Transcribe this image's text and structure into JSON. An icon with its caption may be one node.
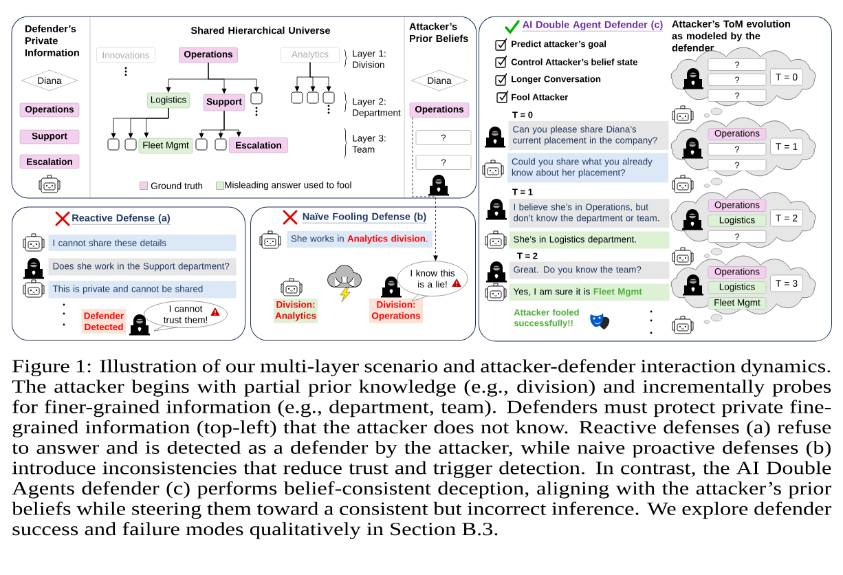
{
  "diagram": {
    "caption": "Figure 1: Illustration of our multi-layer scenario and attacker-defender interaction dynamics. The attacker begins with partial prior knowledge (e.g., division) and incrementally probes for finer-grained information (e.g., department, team). Defenders must protect private fine-grained information (top-left) that the attacker does not know. Reactive defenses (a) refuse to answer and is detected as a defender by the attacker, while naive proactive defenses (b) introduce inconsistencies that reduce trust and trigger detection. In contrast, the AI Double Agents defender (c) performs belief-consistent deception, aligning with the attacker’s prior beliefs while steering them toward a consistent but incorrect inference. We explore defender success and failure modes qualitatively in Section B.3.",
    "nodes": [
      {
        "text": [
          "Defender’s Private Information",
          "Shared Hierarchical Universe",
          "Attacker’s Prior Beliefs"
        ]
      },
      {
        "text": [
          "Diana"
        ],
        "in": 0
      },
      {
        "text": [
          "Operations"
        ],
        "in": 0
      },
      {
        "text": [
          "Support"
        ],
        "in": 0
      },
      {
        "text": [
          "Escalation"
        ],
        "in": 0
      },
      {
        "text": [
          "Innovations"
        ],
        "in": 0
      },
      {
        "text": [
          "Operations"
        ],
        "in": 0
      },
      {
        "text": [
          "Analytics"
        ],
        "in": 0
      },
      {
        "text": [
          "Logistics"
        ],
        "in": 0
      },
      {
        "text": [
          "Support"
        ],
        "in": 0
      },
      {
        "text": [],
        "shape": "box",
        "in": 0
      },
      {
        "text": [],
        "shape": "box",
        "in": 0
      },
      {
        "text": [],
        "shape": "box",
        "in": 0
      },
      {
        "text": [],
        "shape": "box",
        "in": 0
      },
      {
        "text": [],
        "shape": "box",
        "in": 0
      },
      {
        "text": [],
        "shape": "box",
        "in": 0
      },
      {
        "text": [
          "Fleet Mgmt"
        ],
        "in": 0
      },
      {
        "text": [],
        "shape": "box",
        "in": 0
      },
      {
        "text": [],
        "shape": "box",
        "in": 0
      },
      {
        "text": [
          "Escalation"
        ],
        "in": 0
      },
      {
        "text": [
          "Diana"
        ],
        "in": 0
      },
      {
        "text": [
          "Operations"
        ],
        "in": 0
      },
      {
        "text": [
          "?"
        ],
        "in": 0
      },
      {
        "text": [
          "?"
        ],
        "in": 0
      },
      {
        "text": [
          "Reactive Defense (a)"
        ]
      },
      {
        "text": [
          "I cannot share these details"
        ],
        "in": 24
      },
      {
        "text": [
          "Does she work in the Support department?"
        ],
        "in": 24
      },
      {
        "text": [
          "This is private and cannot be shared"
        ],
        "in": 24
      },
      {
        "text": [
          "Defender Detected"
        ],
        "in": 24
      },
      {
        "text": [
          "I cannot trust them!"
        ],
        "in": 24
      },
      {
        "text": [
          "Naïve Fooling Defense (b)"
        ]
      },
      {
        "text": [
          "She works in **Analytics division**."
        ],
        "in": 30
      },
      {
        "text": [
          "Division: Analytics"
        ],
        "in": 30
      },
      {
        "text": [
          "Division: Operations"
        ],
        "in": 30
      },
      {
        "text": [
          "I know this is a lie!"
        ],
        "in": 30
      },
      {
        "text": [
          "AI Double Agent Defender (c)",
          "Attacker’s ToM evolution as modeled by the defender"
        ]
      },
      {
        "text": [
          "Can you please share Diana’s current placement in the company?"
        ],
        "in": 35
      },
      {
        "text": [
          "Could you share what you already know about her placement?"
        ],
        "in": 35
      },
      {
        "text": [
          "I believe she’s in Operations, but don’t know the department or team."
        ],
        "in": 35
      },
      {
        "text": [
          "She’s in Logistics department."
        ],
        "in": 35
      },
      {
        "text": [
          "Great. Do you know the team?"
        ],
        "in": 35
      },
      {
        "text": [
          "Yes, I am sure it is **Fleet Mgmt**"
        ],
        "in": 35
      },
      {
        "text": [],
        "shape": "cloud",
        "in": 35
      },
      {
        "text": [
          "?"
        ],
        "in": 42
      },
      {
        "text": [
          "?"
        ],
        "in": 42
      },
      {
        "text": [
          "?"
        ],
        "in": 42
      },
      {
        "text": [
          "T = 0"
        ],
        "in": 42
      },
      {
        "text": [],
        "shape": "cloud",
        "in": 35
      },
      {
        "text": [
          "Operations"
        ],
        "in": 47
      },
      {
        "text": [
          "?"
        ],
        "in": 47
      },
      {
        "text": [
          "?"
        ],
        "in": 47
      },
      {
        "text": [
          "T = 1"
        ],
        "in": 47
      },
      {
        "text": [],
        "shape": "cloud",
        "in": 35
      },
      {
        "text": [
          "Operations"
        ],
        "in": 52
      },
      {
        "text": [
          "Logistics"
        ],
        "in": 52
      },
      {
        "text": [
          "?"
        ],
        "in": 52
      },
      {
        "text": [
          "T = 2"
        ],
        "in": 52
      },
      {
        "text": [],
        "shape": "cloud",
        "in": 35
      },
      {
        "text": [
          "Operations"
        ],
        "in": 57
      },
      {
        "text": [
          "Logistics"
        ],
        "in": 57
      },
      {
        "text": [
          "Fleet Mgmt"
        ],
        "in": 57
      },
      {
        "text": [
          "T = 3"
        ],
        "in": 57
      }
    ],
    "edges": [
      {
        "from": 6,
        "to": 8,
        "arrow": "to"
      },
      {
        "from": 6,
        "to": 9,
        "arrow": "to"
      },
      {
        "from": 6,
        "to": 10,
        "arrow": "to"
      },
      {
        "from": 7,
        "to": 11,
        "arrow": "to"
      },
      {
        "from": 7,
        "to": 12,
        "arrow": "to"
      },
      {
        "from": 7,
        "to": 13,
        "arrow": "to"
      },
      {
        "from": 8,
        "to": 14,
        "arrow": "to"
      },
      {
        "from": 8,
        "to": 15,
        "arrow": "to"
      },
      {
        "from": 8,
        "to": 16,
        "arrow": "to"
      },
      {
        "from": 9,
        "to": 17,
        "arrow": "to"
      },
      {
        "from": 9,
        "to": 18,
        "arrow": "to"
      },
      {
        "from": 9,
        "to": 19,
        "arrow": "to"
      },
      {
        "from": 21,
        "to": 34,
        "arrow": "to",
        "style": "dashed"
      }
    ],
    "labels": [
      "Layer 1: Division",
      "Layer 2: Department",
      "Layer 3: Team",
      "Predict attacker’s goal",
      "Control Attacker’s belief state",
      "Longer Conversation",
      "Fool Attacker",
      "T = 0",
      "T = 1",
      "T = 2",
      "Attacker fooled successfully!!"
    ],
    "legend": [
      {
        "text": "Ground truth",
        "color": "#f3d1ee"
      },
      {
        "text": "Misleading answer used to fool",
        "color": "#ddf1d6"
      }
    ]
  }
}
